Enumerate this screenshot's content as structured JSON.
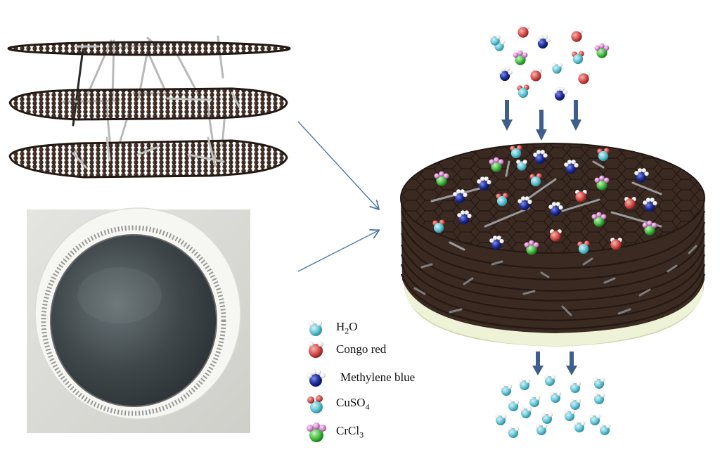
{
  "legend": {
    "items": [
      {
        "key": "water",
        "label": "H",
        "sub": "2",
        "label2": "O",
        "icon": "water-molecule-icon"
      },
      {
        "key": "congo_red",
        "label": "Congo red",
        "sub": "",
        "label2": "",
        "icon": "congo-red-molecule-icon"
      },
      {
        "key": "methylene_blue",
        "label": "Methylene blue",
        "sub": "",
        "label2": "",
        "icon": "methylene-blue-molecule-icon"
      },
      {
        "key": "cuso4",
        "label": "CuSO",
        "sub": "4",
        "label2": "",
        "icon": "cuso4-molecule-icon"
      },
      {
        "key": "crcl3",
        "label": "CrCl",
        "sub": "3",
        "label2": "",
        "icon": "crcl3-molecule-icon"
      }
    ]
  },
  "colors": {
    "sheet": "#3b2a22",
    "sheet_dark": "#241812",
    "linker": "#b8b8b8",
    "arrow_blue": "#4a77a8",
    "flow_arrow": "#3d5f8a",
    "substrate": "#e9edcf",
    "cyan": "#67c7d6",
    "red": "#d8524f",
    "blue": "#1f2f9e",
    "green": "#4cc24a",
    "pink": "#d98fd3",
    "white": "#f4f4f4"
  }
}
